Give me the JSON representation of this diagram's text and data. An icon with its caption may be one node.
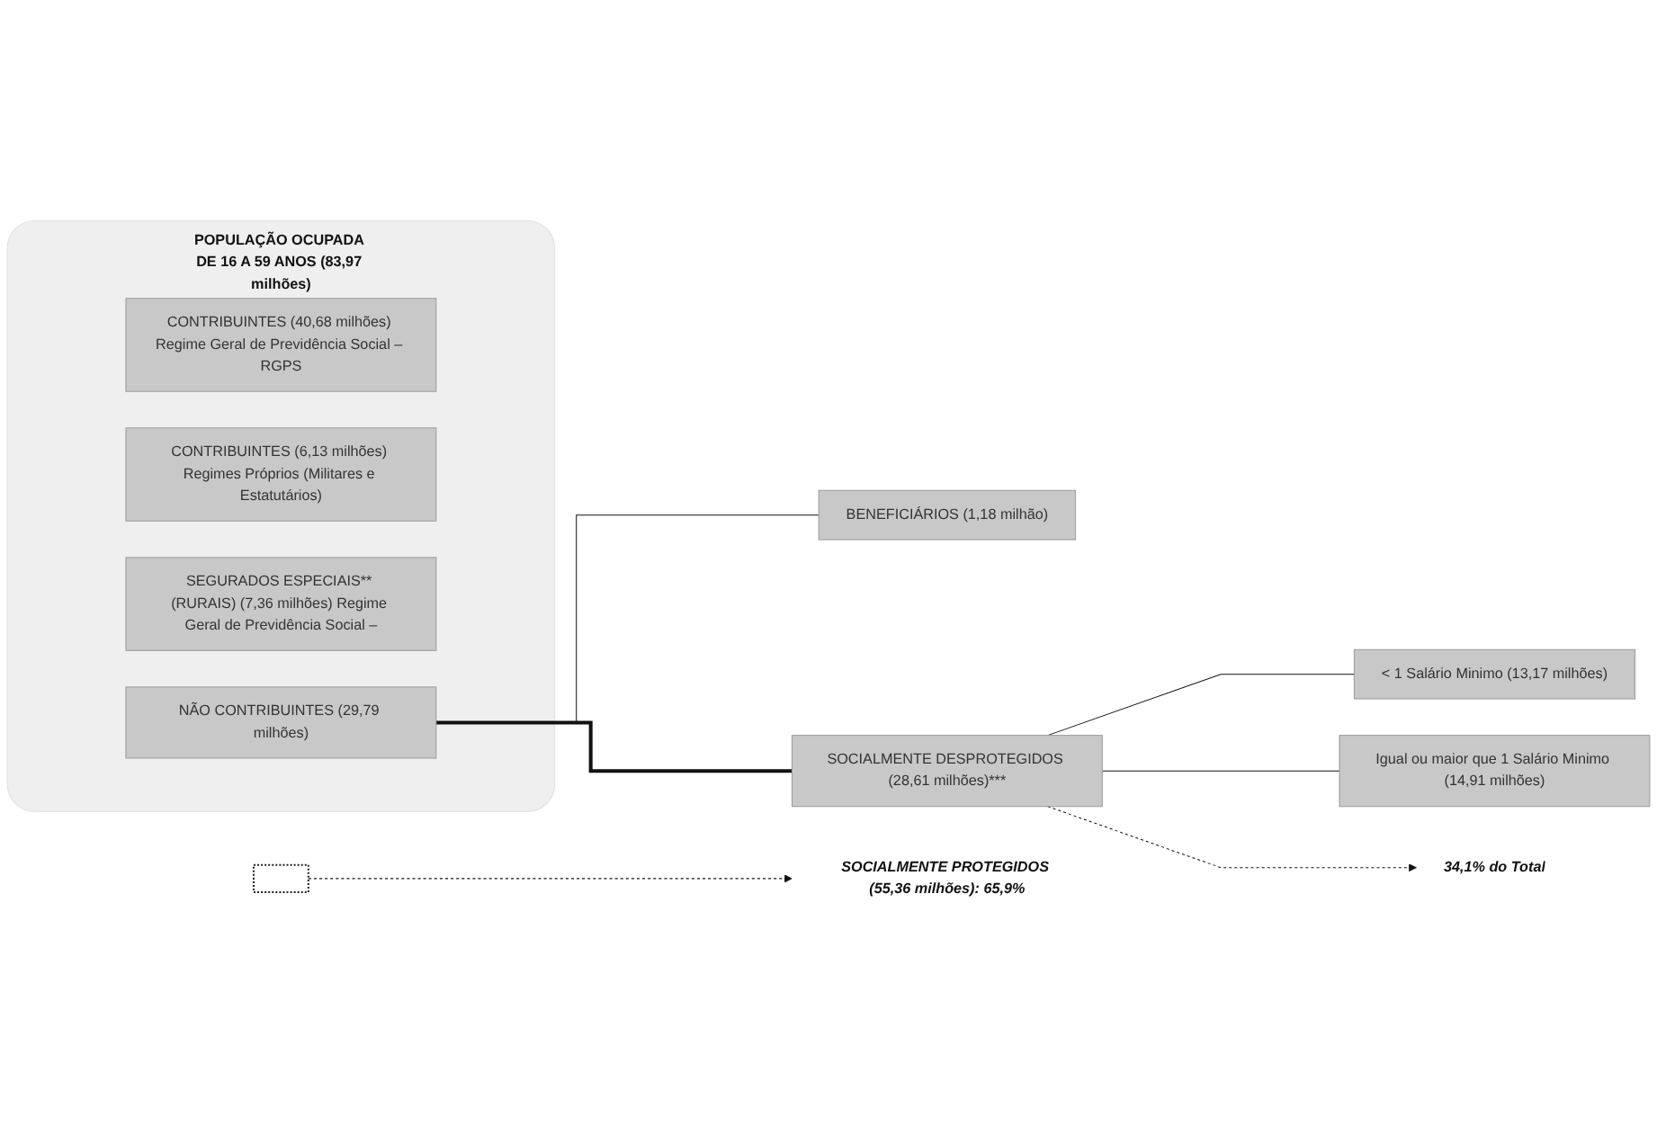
{
  "diagram": {
    "nodes": [
      {
        "text": [
          "POPULAÇÃO OCUPADA DE 16 A 59 ANOS (83,97 milhões)"
        ]
      },
      {
        "text": [
          "CONTRIBUINTES (40,68 milhões) Regime Geral de Previdência Social – RGPS"
        ],
        "in": 0
      },
      {
        "text": [
          "CONTRIBUINTES (6,13 milhões) Regimes Próprios (Militares e Estatutários)"
        ],
        "in": 0
      },
      {
        "text": [
          "SEGURADOS ESPECIAIS** (RURAIS) (7,36 milhões) Regime Geral de Previdência Social –"
        ],
        "in": 0
      },
      {
        "text": [
          "NÃO CONTRIBUINTES (29,79 milhões)"
        ],
        "in": 0
      },
      {
        "text": [
          "BENEFICIÁRIOS (1,18 milhão)"
        ]
      },
      {
        "text": [
          "SOCIALMENTE DESPROTEGIDOS (28,61 milhões)***"
        ]
      },
      {
        "text": [
          "< 1 Salário Minimo (13,17 milhões)"
        ]
      },
      {
        "text": [
          "Igual ou maior que 1 Salário Minimo (14,91 milhões)"
        ]
      },
      {
        "text": [],
        "shape": "box"
      },
      {
        "text": [
          "SOCIALMENTE PROTEGIDOS (55,36 milhões): 65,9%"
        ]
      },
      {
        "text": [
          "34,1% do Total"
        ]
      }
    ],
    "edges": [
      {
        "from": 4,
        "to": 5,
        "arrow": "none"
      },
      {
        "from": 4,
        "to": 6,
        "arrow": "none",
        "style": "thick"
      },
      {
        "from": 6,
        "to": 7,
        "arrow": "none"
      },
      {
        "from": 6,
        "to": 8,
        "arrow": "none"
      },
      {
        "from": 9,
        "to": 10,
        "arrow": "to",
        "style": "dashed"
      },
      {
        "from": 6,
        "to": 11,
        "arrow": "to",
        "style": "dashed"
      }
    ]
  }
}
